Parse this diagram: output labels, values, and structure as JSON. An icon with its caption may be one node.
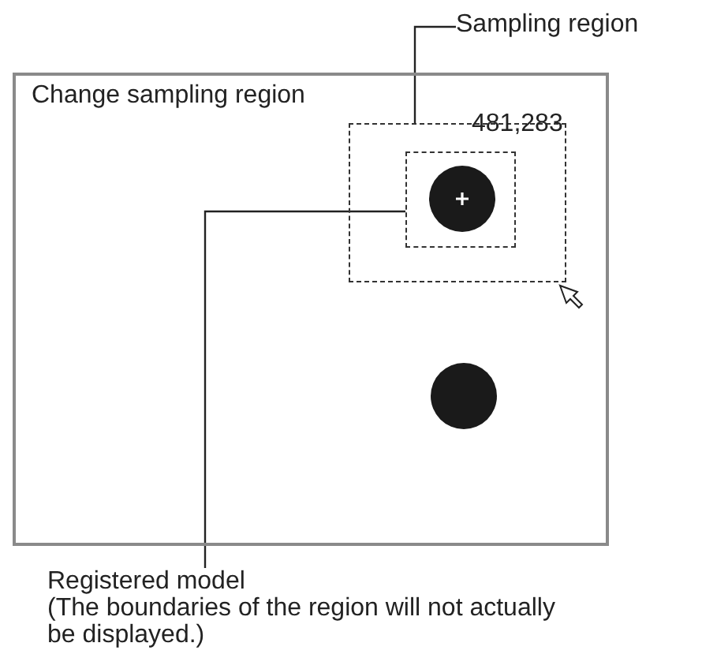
{
  "diagram": {
    "nodes": [
      {
        "text": [
          "Change sampling region"
        ]
      },
      {
        "text": [],
        "shape": "box",
        "in": 0
      },
      {
        "text": [],
        "shape": "box",
        "in": 1
      },
      {
        "text": [
          "Sampling region"
        ]
      },
      {
        "text": [
          "Registered model",
          "(The boundaries of the region will not actually be displayed.)"
        ]
      }
    ],
    "edges": [
      {
        "from": 3,
        "to": 1,
        "arrow": "none"
      },
      {
        "from": 4,
        "to": 2,
        "arrow": "none"
      }
    ],
    "labels": [
      "481,283"
    ]
  }
}
